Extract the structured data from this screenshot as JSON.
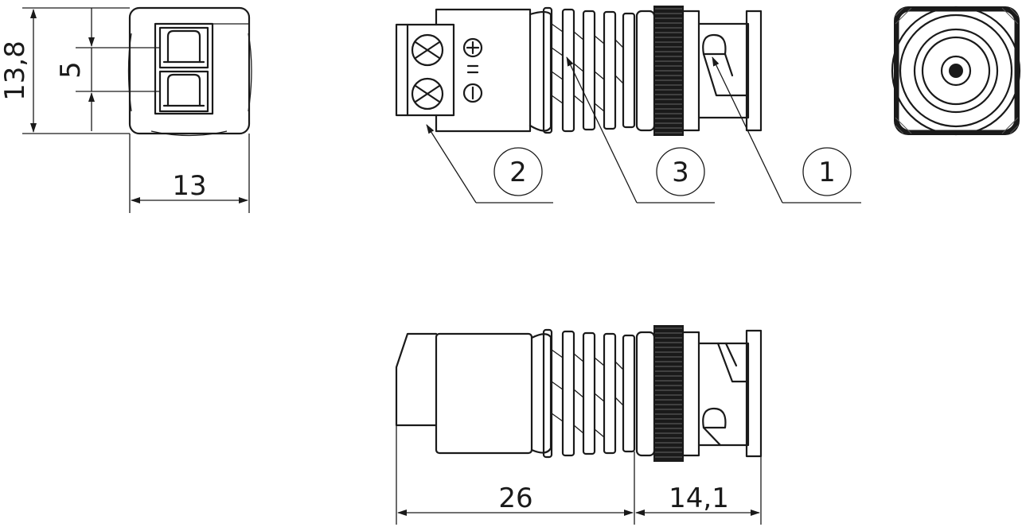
{
  "dimensions": {
    "height_overall": "13,8",
    "terminal_pitch": "5",
    "width_front": "13",
    "body_length": "26",
    "bnc_length": "14,1"
  },
  "callouts": [
    "1",
    "2",
    "3"
  ],
  "polarity": {
    "plus": "⊕",
    "minus": "⊖"
  },
  "colors": {
    "line": "#1a1a1a",
    "background": "#ffffff"
  }
}
